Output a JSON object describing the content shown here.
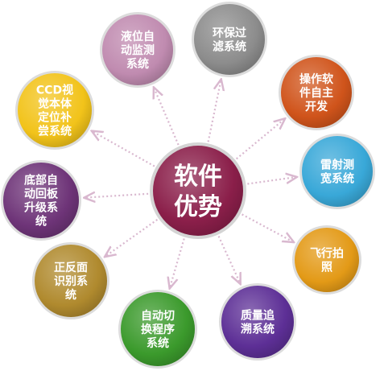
{
  "center": {
    "lines": [
      "软件",
      "优势"
    ],
    "color": "#8b1f4a"
  },
  "nodes": [
    {
      "id": "liquid-level",
      "lines": [
        "液位自",
        "动监测",
        "系统"
      ],
      "color": "#c08bb0"
    },
    {
      "id": "env-filter",
      "lines": [
        "环保过",
        "滤系统"
      ],
      "color": "#8c8c8c"
    },
    {
      "id": "software-dev",
      "lines": [
        "操作软",
        "件自主",
        "开发"
      ],
      "color": "#d0541b"
    },
    {
      "id": "laser-width",
      "lines": [
        "雷射测",
        "宽系统"
      ],
      "color": "#39a8d8"
    },
    {
      "id": "fly-shoot",
      "lines": [
        "飞行拍",
        "照"
      ],
      "color": "#e39a17"
    },
    {
      "id": "quality-trace",
      "lines": [
        "质量追",
        "溯系统"
      ],
      "color": "#5d2f96"
    },
    {
      "id": "auto-switch",
      "lines": [
        "自动切",
        "换程序",
        "系统"
      ],
      "color": "#3b9a2c"
    },
    {
      "id": "front-back",
      "lines": [
        "正反面",
        "识别系",
        "统"
      ],
      "color": "#b08a2e"
    },
    {
      "id": "bottom-board",
      "lines": [
        "底部自",
        "动回板",
        "升级系",
        "统"
      ],
      "color": "#6e3478"
    },
    {
      "id": "ccd",
      "lines": [
        "CCD视",
        "觉本体",
        "定位补",
        "尝系统"
      ],
      "color": "#f2c31a"
    }
  ],
  "connector_color": "#d9b8cf"
}
